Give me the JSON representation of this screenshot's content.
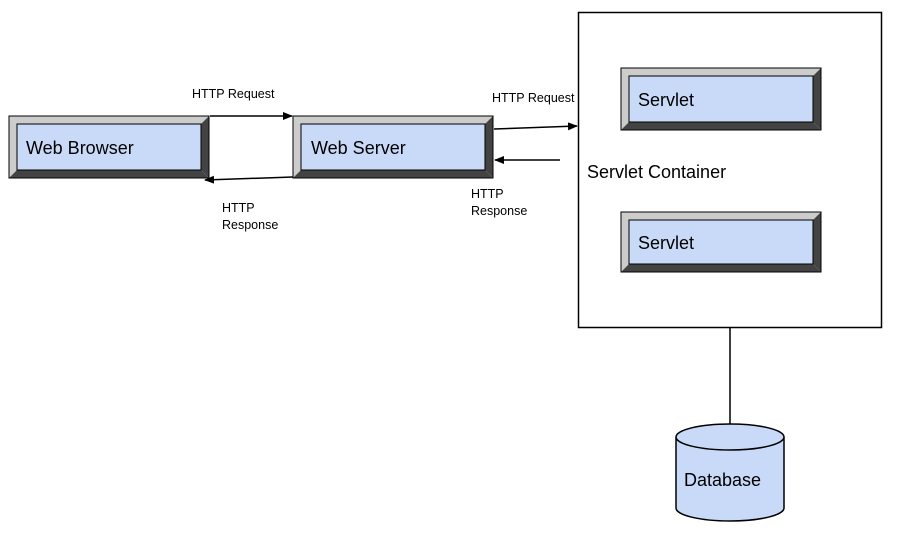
{
  "diagram": {
    "nodes": {
      "web_browser": "Web Browser",
      "web_server": "Web Server",
      "servlet_top": "Servlet",
      "servlet_bottom": "Servlet",
      "servlet_container": "Servlet Container",
      "database": "Database"
    },
    "edges": {
      "browser_to_server_label": "HTTP Request",
      "server_to_browser_label_line1": "HTTP",
      "server_to_browser_label_line2": "Response",
      "server_to_container_label": "HTTP Request",
      "container_to_server_label_line1": "HTTP",
      "container_to_server_label_line2": "Response"
    },
    "colors": {
      "box_fill": "#c9daf8",
      "bevel_dark": "#434343",
      "bevel_light": "#cccccc",
      "stroke": "#000000"
    }
  }
}
